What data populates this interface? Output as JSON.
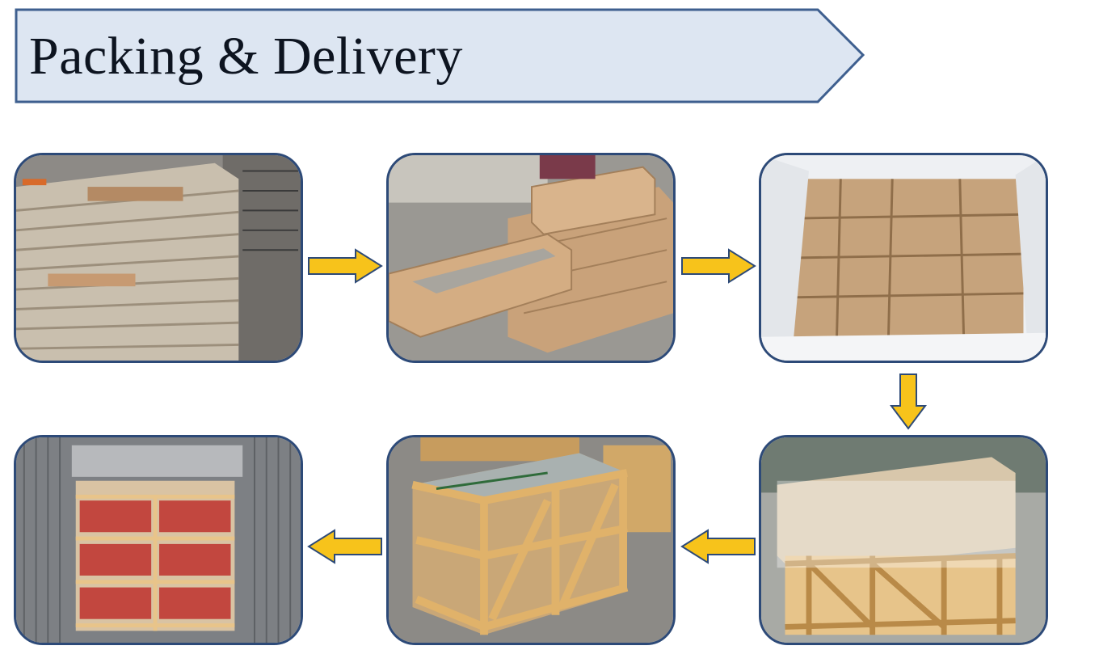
{
  "header": {
    "title": "Packing & Delivery"
  },
  "colors": {
    "banner_fill": "#dde6f2",
    "banner_border": "#3e5f8f",
    "frame_border": "#2d4a78",
    "arrow_fill": "#f7c31b",
    "arrow_stroke": "#2d4a78"
  },
  "steps": [
    {
      "id": "stone-panels",
      "image": "stacked-slate-stone-panels"
    },
    {
      "id": "boxing",
      "image": "stone-panels-in-cardboard-boxes"
    },
    {
      "id": "plastic-lined-crate",
      "image": "boxes-in-plastic-lined-crate"
    },
    {
      "id": "wrapped-crate",
      "image": "plastic-wrapped-wooden-crate"
    },
    {
      "id": "nailed-crate",
      "image": "nailed-wooden-crate"
    },
    {
      "id": "container-loading",
      "image": "crates-loaded-in-container"
    }
  ]
}
